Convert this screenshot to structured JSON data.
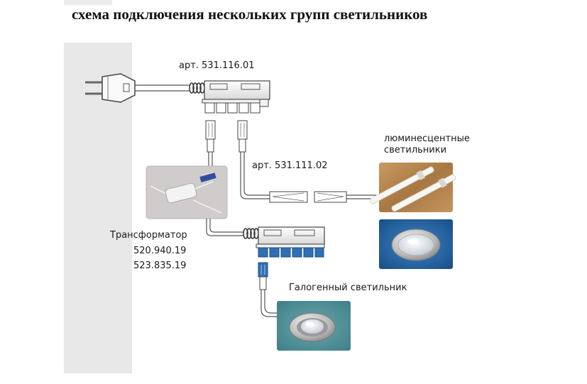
{
  "title": "схема подключения нескольких групп светильников",
  "labels": {
    "art_top": "арт. 531.116.01",
    "art_mid": "арт. 531.111.02",
    "fluorescent_line1": "люминесцентные",
    "fluorescent_line2": "светильники",
    "transformer": "Трансформатор",
    "transformer_code1": "520.940.19",
    "transformer_code2": "523.835.19",
    "halogen": "Галогенный светильник"
  },
  "colors": {
    "wall": "#e8e8e8",
    "wire": "#555555",
    "connector_blue": "#2f6fb3",
    "panel_blue": "#1e5e9c",
    "panel_teal": "#4f8f97",
    "wood": "#b88a55"
  }
}
